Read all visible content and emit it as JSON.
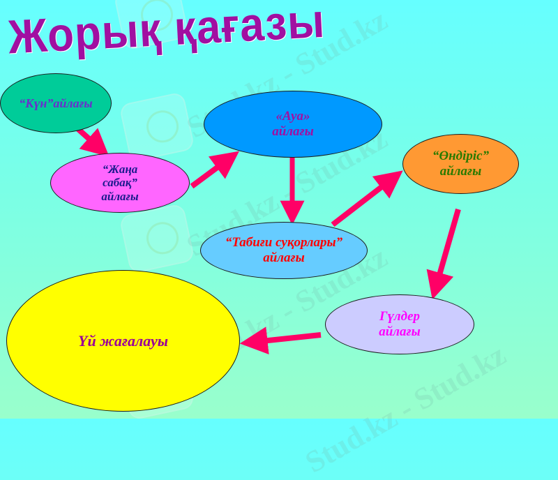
{
  "title": "Жорық қағазы",
  "watermark": "Stud.kz - Stud.kz",
  "colors": {
    "title": "#a10fa1",
    "arrow": "#ff0066",
    "background_top": "#66ffff",
    "background_bottom": "#99ffcc"
  },
  "nodes": [
    {
      "id": "kun",
      "label": "“Күн”айлағы",
      "fill": "#00cc99",
      "text_color": "#6a2fcc"
    },
    {
      "id": "zhana",
      "label": "“Жаңа\nсабақ”\nайлағы",
      "fill": "#ff66ff",
      "text_color": "#1a1a8c"
    },
    {
      "id": "aua",
      "label": "«Ауа»\nайлағы",
      "fill": "#0099ff",
      "text_color": "#a10fa1"
    },
    {
      "id": "ondiris",
      "label": "“Өндіріс”\nайлағы",
      "fill": "#ff9933",
      "text_color": "#2a7a00"
    },
    {
      "id": "tabigi",
      "label": "“Табиғи суқорлары”\nайлағы",
      "fill": "#66ccff",
      "text_color": "#ff0000"
    },
    {
      "id": "gulder",
      "label": "Гүлдер\nайлағы",
      "fill": "#ccccff",
      "text_color": "#ff00ff"
    },
    {
      "id": "uy",
      "label": "Үй жағалауы",
      "fill": "#ffff00",
      "text_color": "#990099"
    }
  ],
  "edges": [
    {
      "from": "kun",
      "to": "zhana"
    },
    {
      "from": "zhana",
      "to": "aua"
    },
    {
      "from": "aua",
      "to": "tabigi"
    },
    {
      "from": "tabigi",
      "to": "ondiris"
    },
    {
      "from": "ondiris",
      "to": "gulder"
    },
    {
      "from": "gulder",
      "to": "uy"
    }
  ]
}
